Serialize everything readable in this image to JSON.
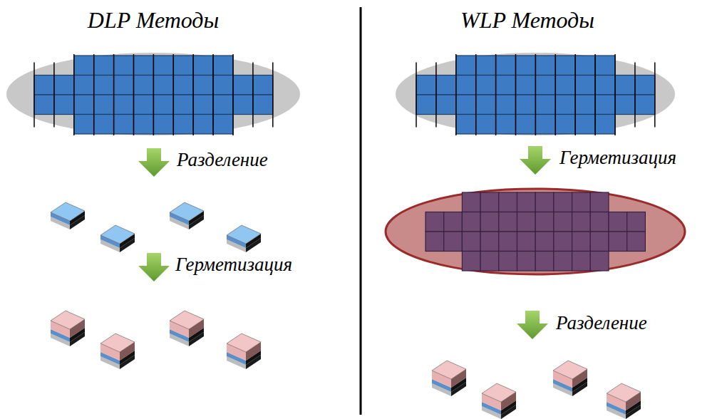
{
  "diagram": {
    "labels": [
      "DLP Методы",
      "Разделение",
      "Герметизация",
      "WLP Методы",
      "Герметизация",
      "Разделение"
    ]
  }
}
